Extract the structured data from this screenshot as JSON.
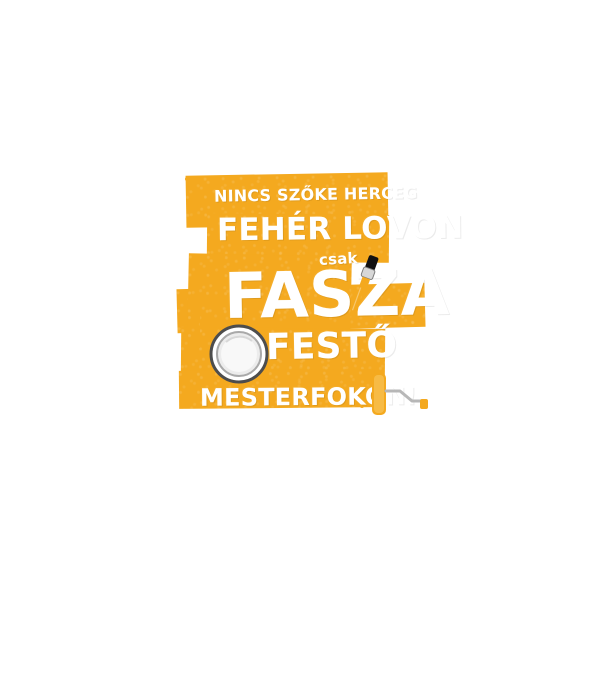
{
  "graphic": {
    "line1": "NINCS SZŐKE HERCEG",
    "line2": "FEHÉR LOVON",
    "line3": "csak",
    "line4": "FASZA",
    "line5": "FESTŐ",
    "line6": "MESTERFOKON!"
  },
  "colors": {
    "background": "#ffffff",
    "accent": "#f4a91f",
    "text": "#ffffff"
  },
  "icons": {
    "paint_can": "paint-can-icon",
    "paint_brush": "paint-brush-icon",
    "paint_roller": "paint-roller-icon"
  }
}
